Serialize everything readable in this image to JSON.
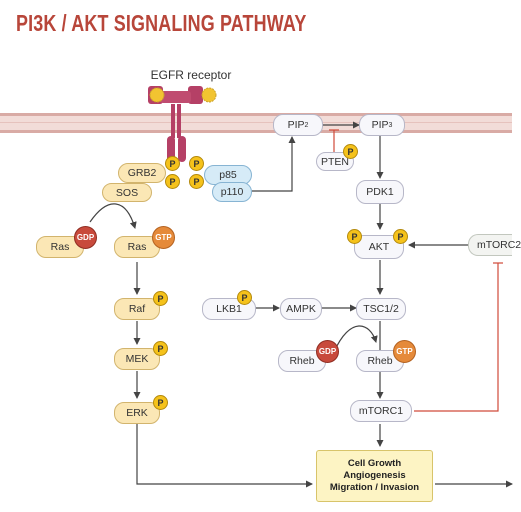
{
  "title": "PI3K / AKT SIGNALING PATHWAY",
  "receptor_label": "EGFR receptor",
  "phospho": "P",
  "gdp": "GDP",
  "gtp": "GTP",
  "nodes": {
    "pip2": {
      "base": "PIP",
      "sub": "2"
    },
    "pip3": {
      "base": "PIP",
      "sub": "3"
    },
    "pten": "PTEN",
    "grb2": "GRB2",
    "sos": "SOS",
    "p85": "p85",
    "p110": "p110",
    "pdk1": "PDK1",
    "ras_gdp": "Ras",
    "ras_gtp": "Ras",
    "akt": "AKT",
    "mtorc2": "mTORC2",
    "raf": "Raf",
    "lkb1": "LKB1",
    "ampk": "AMPK",
    "tsc": "TSC1/2",
    "mek": "MEK",
    "rheb_gdp": "Rheb",
    "rheb_gtp": "Rheb",
    "erk": "ERK",
    "mtorc1": "mTORC1"
  },
  "outcomes": [
    "Cell Growth",
    "Angiogenesis",
    "Migration / Invasion"
  ],
  "colors": {
    "title": "#b8463a",
    "inhibit": "#d04a3a",
    "arrow": "#444444"
  }
}
